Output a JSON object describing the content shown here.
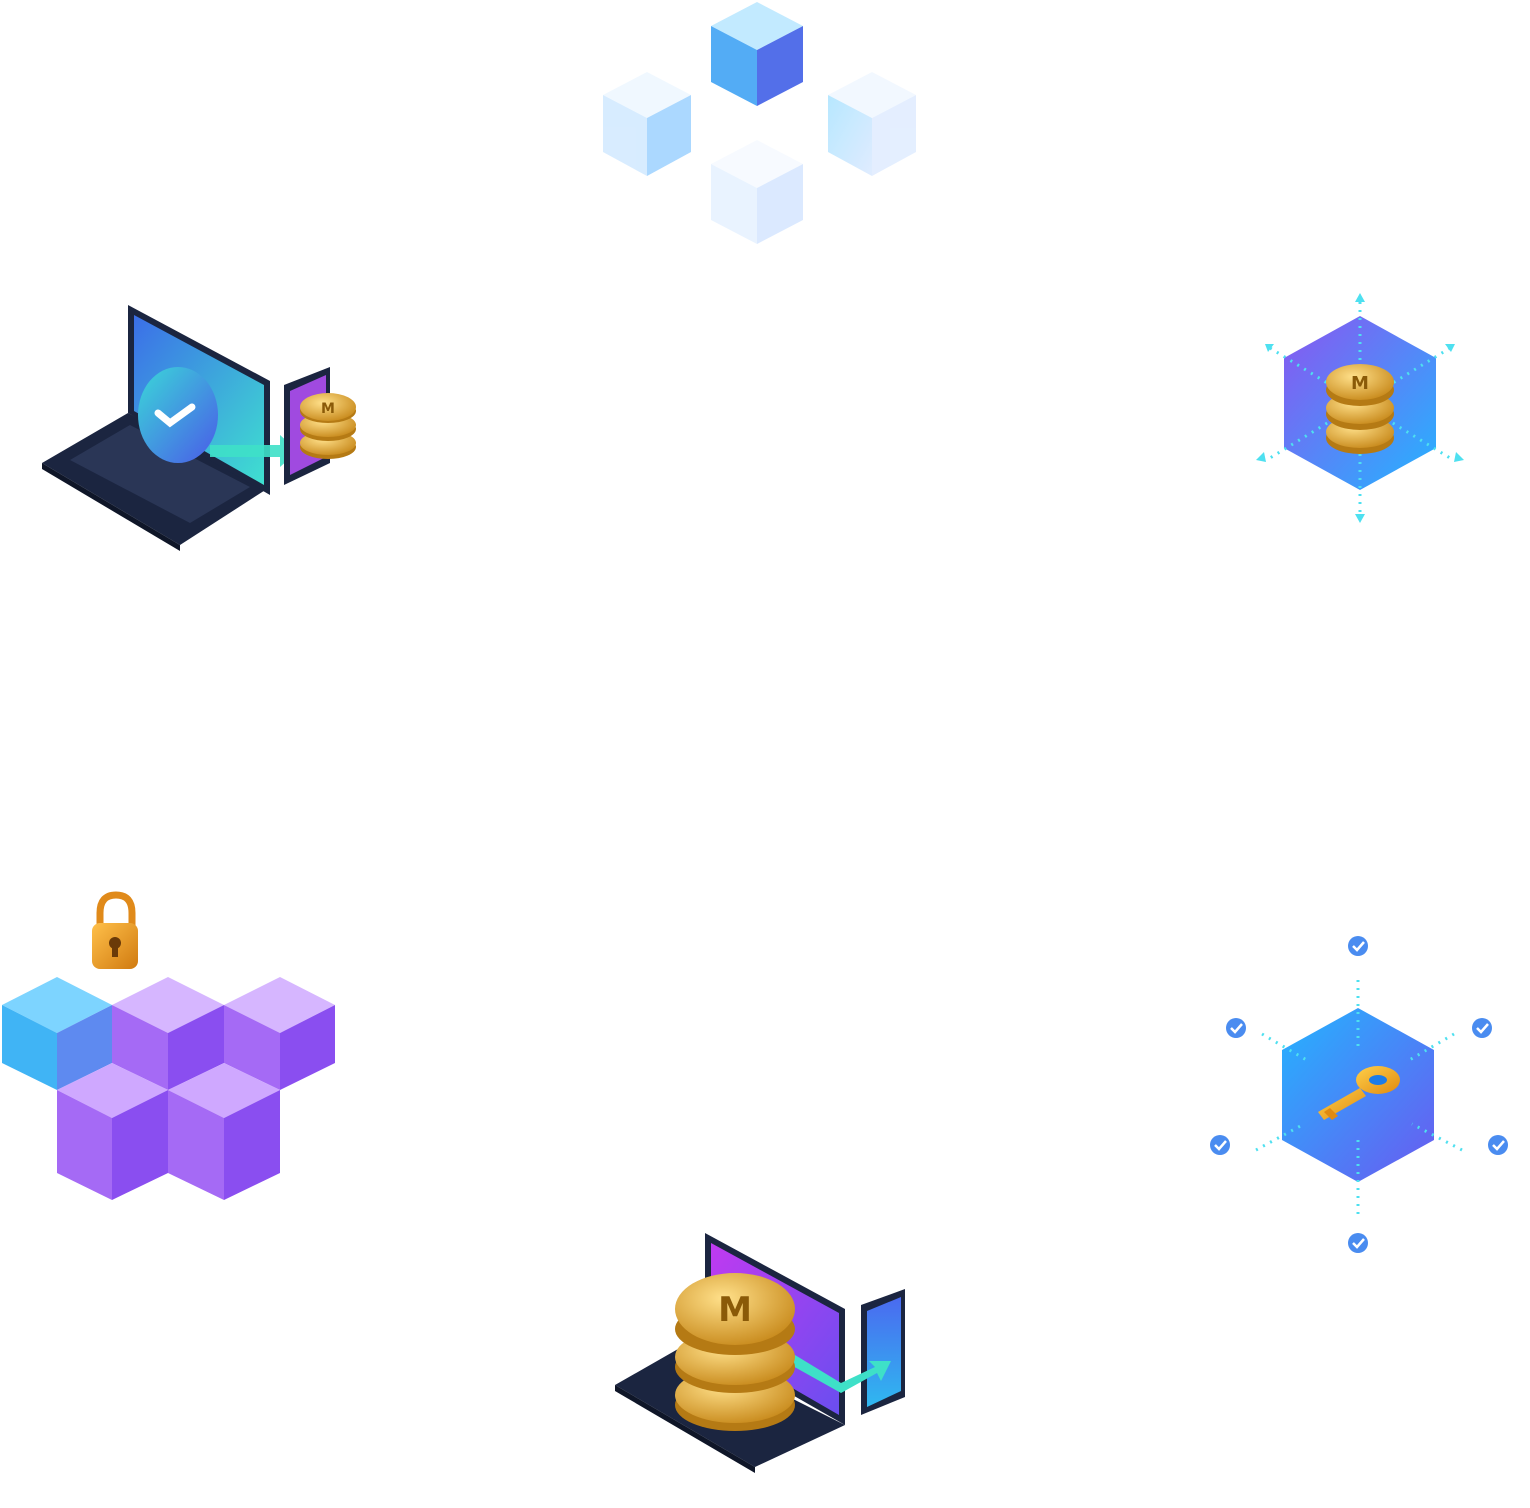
{
  "illustrations": [
    {
      "id": "blockchain-cubes",
      "icon": "blockchain-network-icon"
    },
    {
      "id": "laptop-verified-transfer",
      "icon": "laptop-checkmark-coins-icon"
    },
    {
      "id": "hexagon-coin-stack",
      "icon": "hexagon-coins-distribution-icon"
    },
    {
      "id": "locked-block-cluster",
      "icon": "padlock-blocks-icon"
    },
    {
      "id": "hexagon-key-verification",
      "icon": "key-hexagon-checks-icon"
    },
    {
      "id": "laptop-coin-transfer",
      "icon": "laptop-coins-phone-icon"
    }
  ],
  "coin_logo_text": "M",
  "colors": {
    "cube_blue": "#3fa3f5",
    "cube_light": "#d9ecff",
    "violet": "#9a5cf2",
    "coin_gold": "#e8b13a",
    "teal_arrow": "#3ee0c8",
    "laptop_dark": "#1b2540",
    "check_badge": "#4a8cf0"
  }
}
